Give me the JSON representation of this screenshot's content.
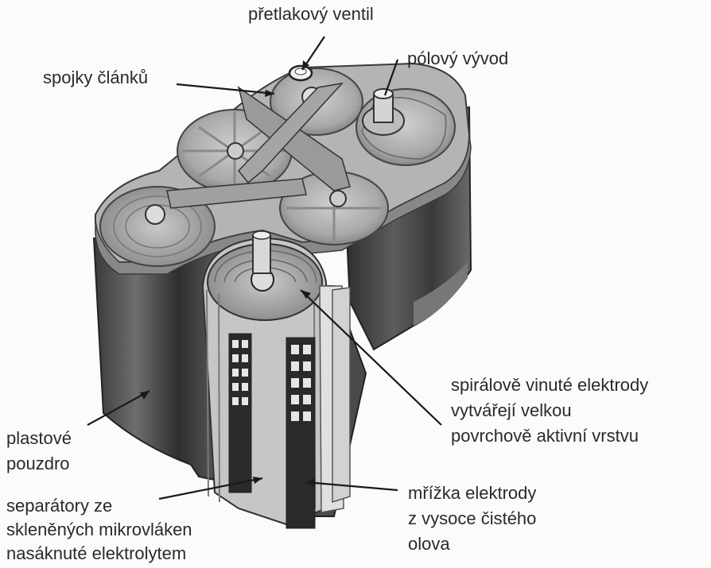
{
  "labels": {
    "pressure_valve": "přetlakový ventil",
    "cell_connectors": "spojky článků",
    "pole_terminal": "pólový vývod",
    "spiral_electrodes": [
      "spirálově vinuté elektrody",
      "vytvářejí velkou",
      "povrchově aktivní vrstvu"
    ],
    "plastic_case": [
      "plastové",
      "pouzdro"
    ],
    "separators": [
      "separátory ze",
      "skleněných mikrovláken",
      "nasáknuté elektrolytem"
    ],
    "electrode_grid": [
      "mřížka elektrody",
      "z vysoce čistého",
      "olova"
    ]
  }
}
